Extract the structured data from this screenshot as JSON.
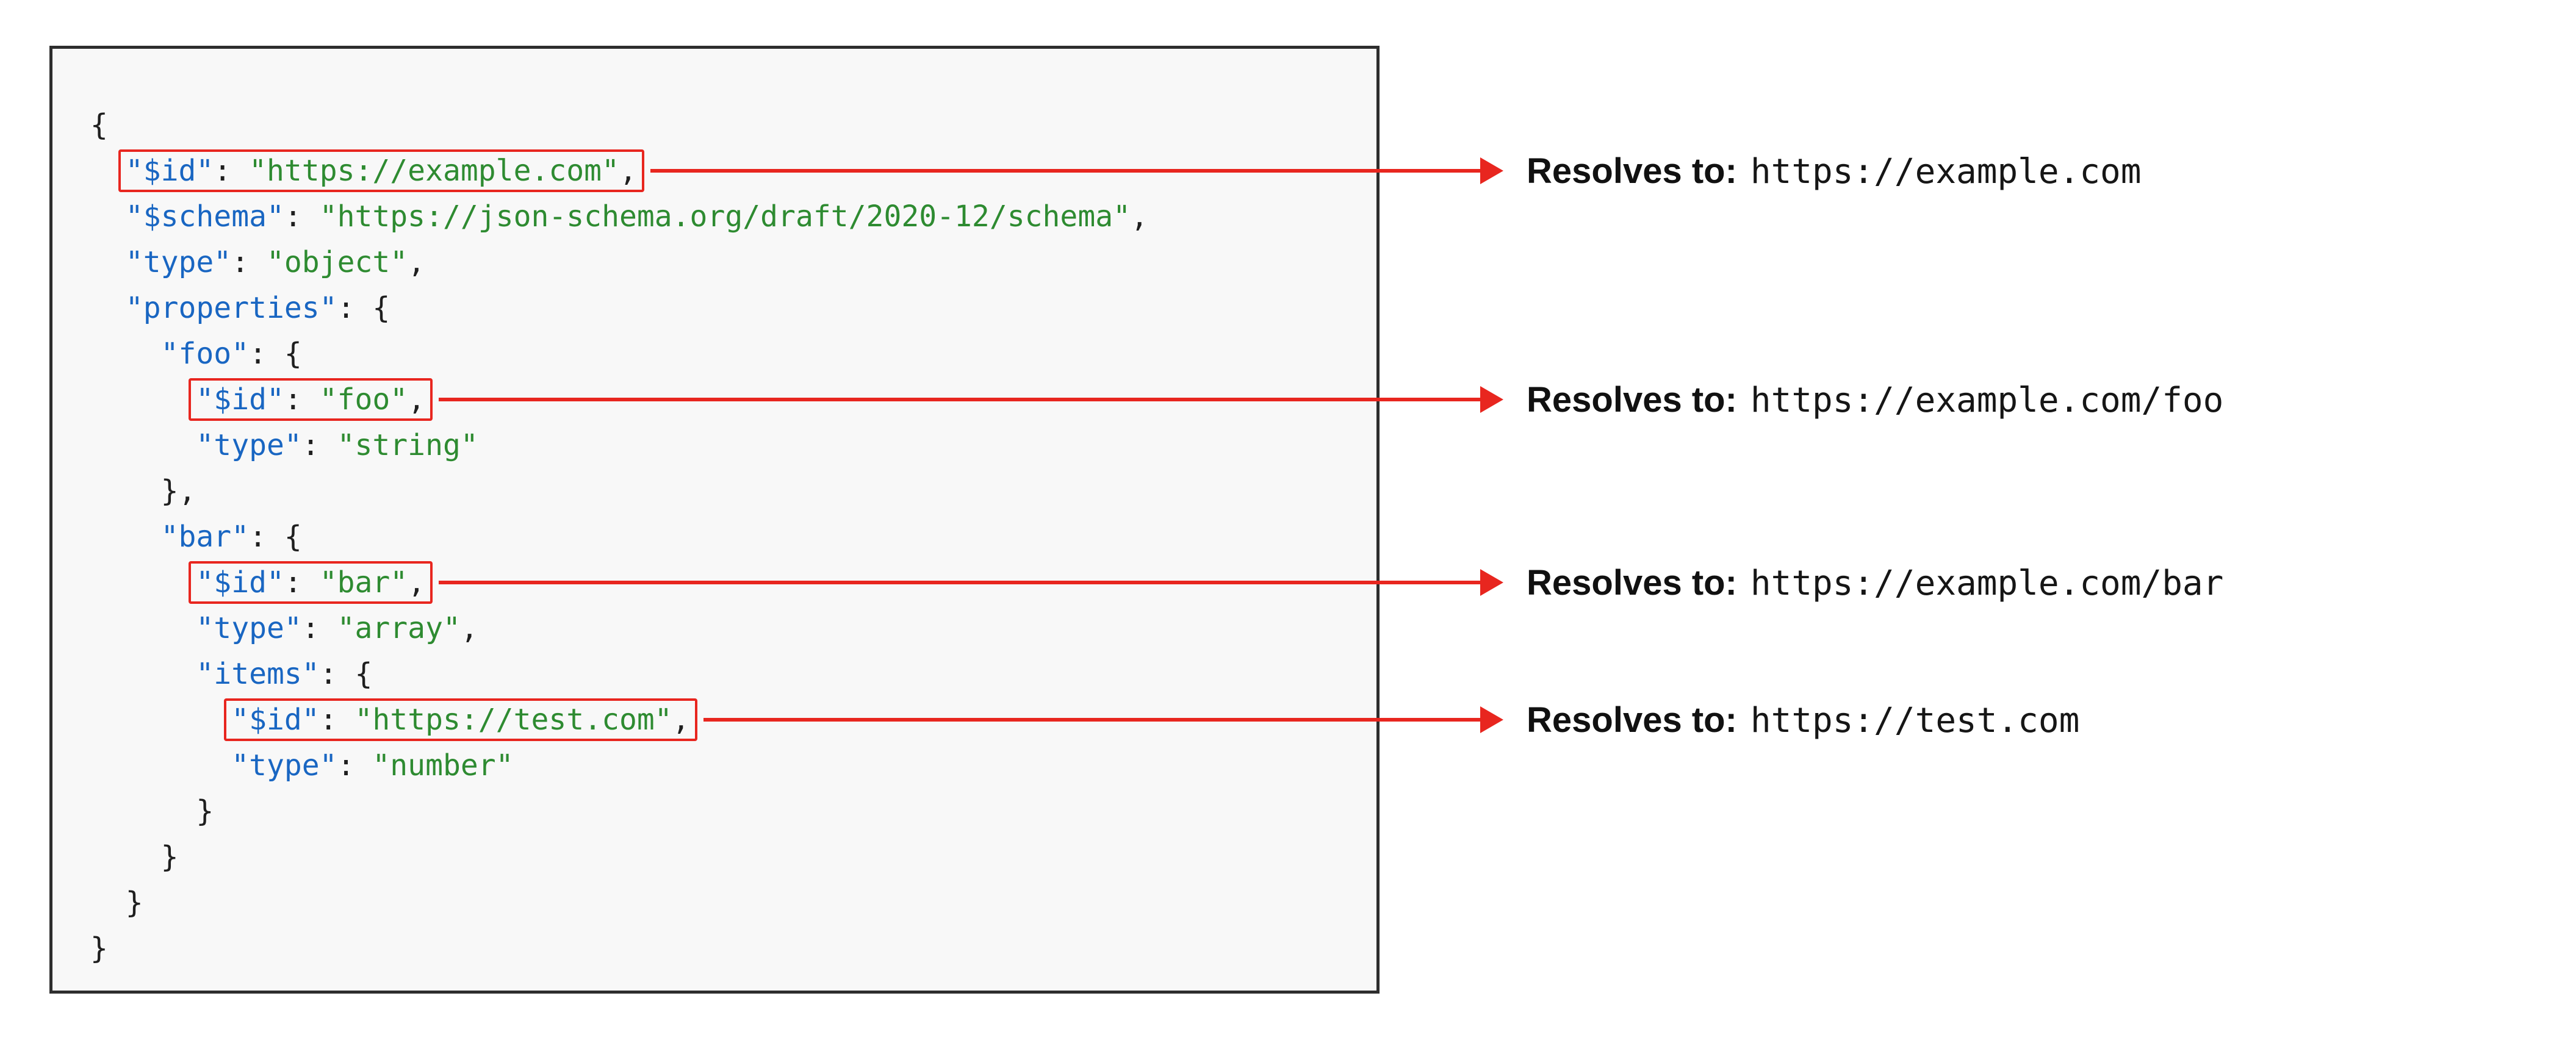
{
  "colors": {
    "key": "#1966c2",
    "string": "#2e8b31",
    "punct": "#1f1f1f",
    "accent": "#e8261f",
    "panel_bg": "#f8f8f8",
    "panel_border": "#2e2e2e"
  },
  "code_panel": {
    "language": "json",
    "lines": [
      {
        "indent": 0,
        "highlight": false,
        "tokens": [
          {
            "type": "punct",
            "text": "{"
          }
        ]
      },
      {
        "indent": 2,
        "highlight": true,
        "tokens": [
          {
            "type": "key",
            "text": "\"$id\""
          },
          {
            "type": "punct",
            "text": ": "
          },
          {
            "type": "string",
            "text": "\"https://example.com\""
          },
          {
            "type": "punct",
            "text": ","
          }
        ]
      },
      {
        "indent": 2,
        "highlight": false,
        "tokens": [
          {
            "type": "key",
            "text": "\"$schema\""
          },
          {
            "type": "punct",
            "text": ": "
          },
          {
            "type": "string",
            "text": "\"https://json-schema.org/draft/2020-12/schema\""
          },
          {
            "type": "punct",
            "text": ","
          }
        ]
      },
      {
        "indent": 2,
        "highlight": false,
        "tokens": [
          {
            "type": "key",
            "text": "\"type\""
          },
          {
            "type": "punct",
            "text": ": "
          },
          {
            "type": "string",
            "text": "\"object\""
          },
          {
            "type": "punct",
            "text": ","
          }
        ]
      },
      {
        "indent": 2,
        "highlight": false,
        "tokens": [
          {
            "type": "key",
            "text": "\"properties\""
          },
          {
            "type": "punct",
            "text": ": {"
          }
        ]
      },
      {
        "indent": 4,
        "highlight": false,
        "tokens": [
          {
            "type": "key",
            "text": "\"foo\""
          },
          {
            "type": "punct",
            "text": ": {"
          }
        ]
      },
      {
        "indent": 6,
        "highlight": true,
        "tokens": [
          {
            "type": "key",
            "text": "\"$id\""
          },
          {
            "type": "punct",
            "text": ": "
          },
          {
            "type": "string",
            "text": "\"foo\""
          },
          {
            "type": "punct",
            "text": ","
          }
        ]
      },
      {
        "indent": 6,
        "highlight": false,
        "tokens": [
          {
            "type": "key",
            "text": "\"type\""
          },
          {
            "type": "punct",
            "text": ": "
          },
          {
            "type": "string",
            "text": "\"string\""
          }
        ]
      },
      {
        "indent": 4,
        "highlight": false,
        "tokens": [
          {
            "type": "punct",
            "text": "},"
          }
        ]
      },
      {
        "indent": 4,
        "highlight": false,
        "tokens": [
          {
            "type": "key",
            "text": "\"bar\""
          },
          {
            "type": "punct",
            "text": ": {"
          }
        ]
      },
      {
        "indent": 6,
        "highlight": true,
        "tokens": [
          {
            "type": "key",
            "text": "\"$id\""
          },
          {
            "type": "punct",
            "text": ": "
          },
          {
            "type": "string",
            "text": "\"bar\""
          },
          {
            "type": "punct",
            "text": ","
          }
        ]
      },
      {
        "indent": 6,
        "highlight": false,
        "tokens": [
          {
            "type": "key",
            "text": "\"type\""
          },
          {
            "type": "punct",
            "text": ": "
          },
          {
            "type": "string",
            "text": "\"array\""
          },
          {
            "type": "punct",
            "text": ","
          }
        ]
      },
      {
        "indent": 6,
        "highlight": false,
        "tokens": [
          {
            "type": "key",
            "text": "\"items\""
          },
          {
            "type": "punct",
            "text": ": {"
          }
        ]
      },
      {
        "indent": 8,
        "highlight": true,
        "tokens": [
          {
            "type": "key",
            "text": "\"$id\""
          },
          {
            "type": "punct",
            "text": ": "
          },
          {
            "type": "string",
            "text": "\"https://test.com\""
          },
          {
            "type": "punct",
            "text": ","
          }
        ]
      },
      {
        "indent": 8,
        "highlight": false,
        "tokens": [
          {
            "type": "key",
            "text": "\"type\""
          },
          {
            "type": "punct",
            "text": ": "
          },
          {
            "type": "string",
            "text": "\"number\""
          }
        ]
      },
      {
        "indent": 6,
        "highlight": false,
        "tokens": [
          {
            "type": "punct",
            "text": "}"
          }
        ]
      },
      {
        "indent": 4,
        "highlight": false,
        "tokens": [
          {
            "type": "punct",
            "text": "}"
          }
        ]
      },
      {
        "indent": 2,
        "highlight": false,
        "tokens": [
          {
            "type": "punct",
            "text": "}"
          }
        ]
      },
      {
        "indent": 0,
        "highlight": false,
        "tokens": [
          {
            "type": "punct",
            "text": "}"
          }
        ]
      }
    ]
  },
  "annotations": [
    {
      "label": "Resolves to:",
      "url": "https://example.com"
    },
    {
      "label": "Resolves to:",
      "url": "https://example.com/foo"
    },
    {
      "label": "Resolves to:",
      "url": "https://example.com/bar"
    },
    {
      "label": "Resolves to:",
      "url": "https://test.com"
    }
  ]
}
